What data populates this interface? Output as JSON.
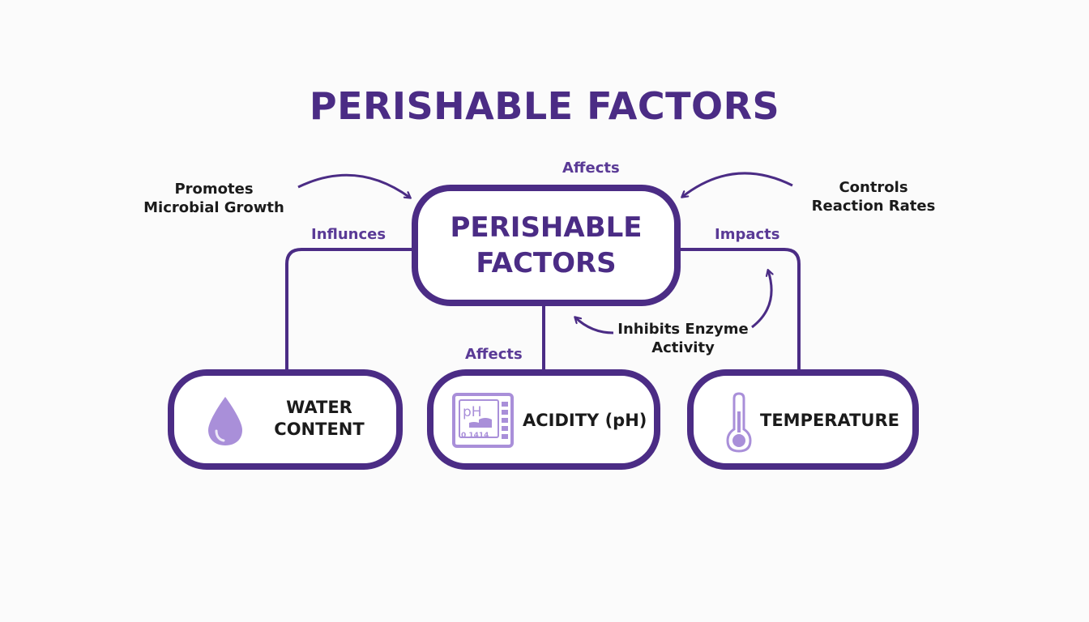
{
  "title": "PERISHABLE FACTORS",
  "center": {
    "line1": "PERISHABLE",
    "line2": "FACTORS"
  },
  "nodes": [
    {
      "line1": "WATER",
      "line2": "CONTENT",
      "icon": "water-drop-icon"
    },
    {
      "label": "ACIDITY (pH)",
      "icon": "ph-meter-icon",
      "icon_text": "pH",
      "icon_reading": "0 1414"
    },
    {
      "label": "TEMPERATURE",
      "icon": "thermometer-icon"
    }
  ],
  "edge_labels": {
    "affects_top": "Affects",
    "influnces": "Influnces",
    "impacts": "Impacts",
    "affects_mid": "Affects",
    "promotes": {
      "line1": "Promotes",
      "line2": "Microbial Growth"
    },
    "controls": {
      "line1": "Controls",
      "line2": "Reaction Rates"
    },
    "inhibits": {
      "line1": "Inhibits Enzyme",
      "line2": "Activity"
    }
  },
  "colors": {
    "primary": "#4b2c85",
    "icon_fill": "#a98fd9",
    "background": "#fbfbfb"
  }
}
